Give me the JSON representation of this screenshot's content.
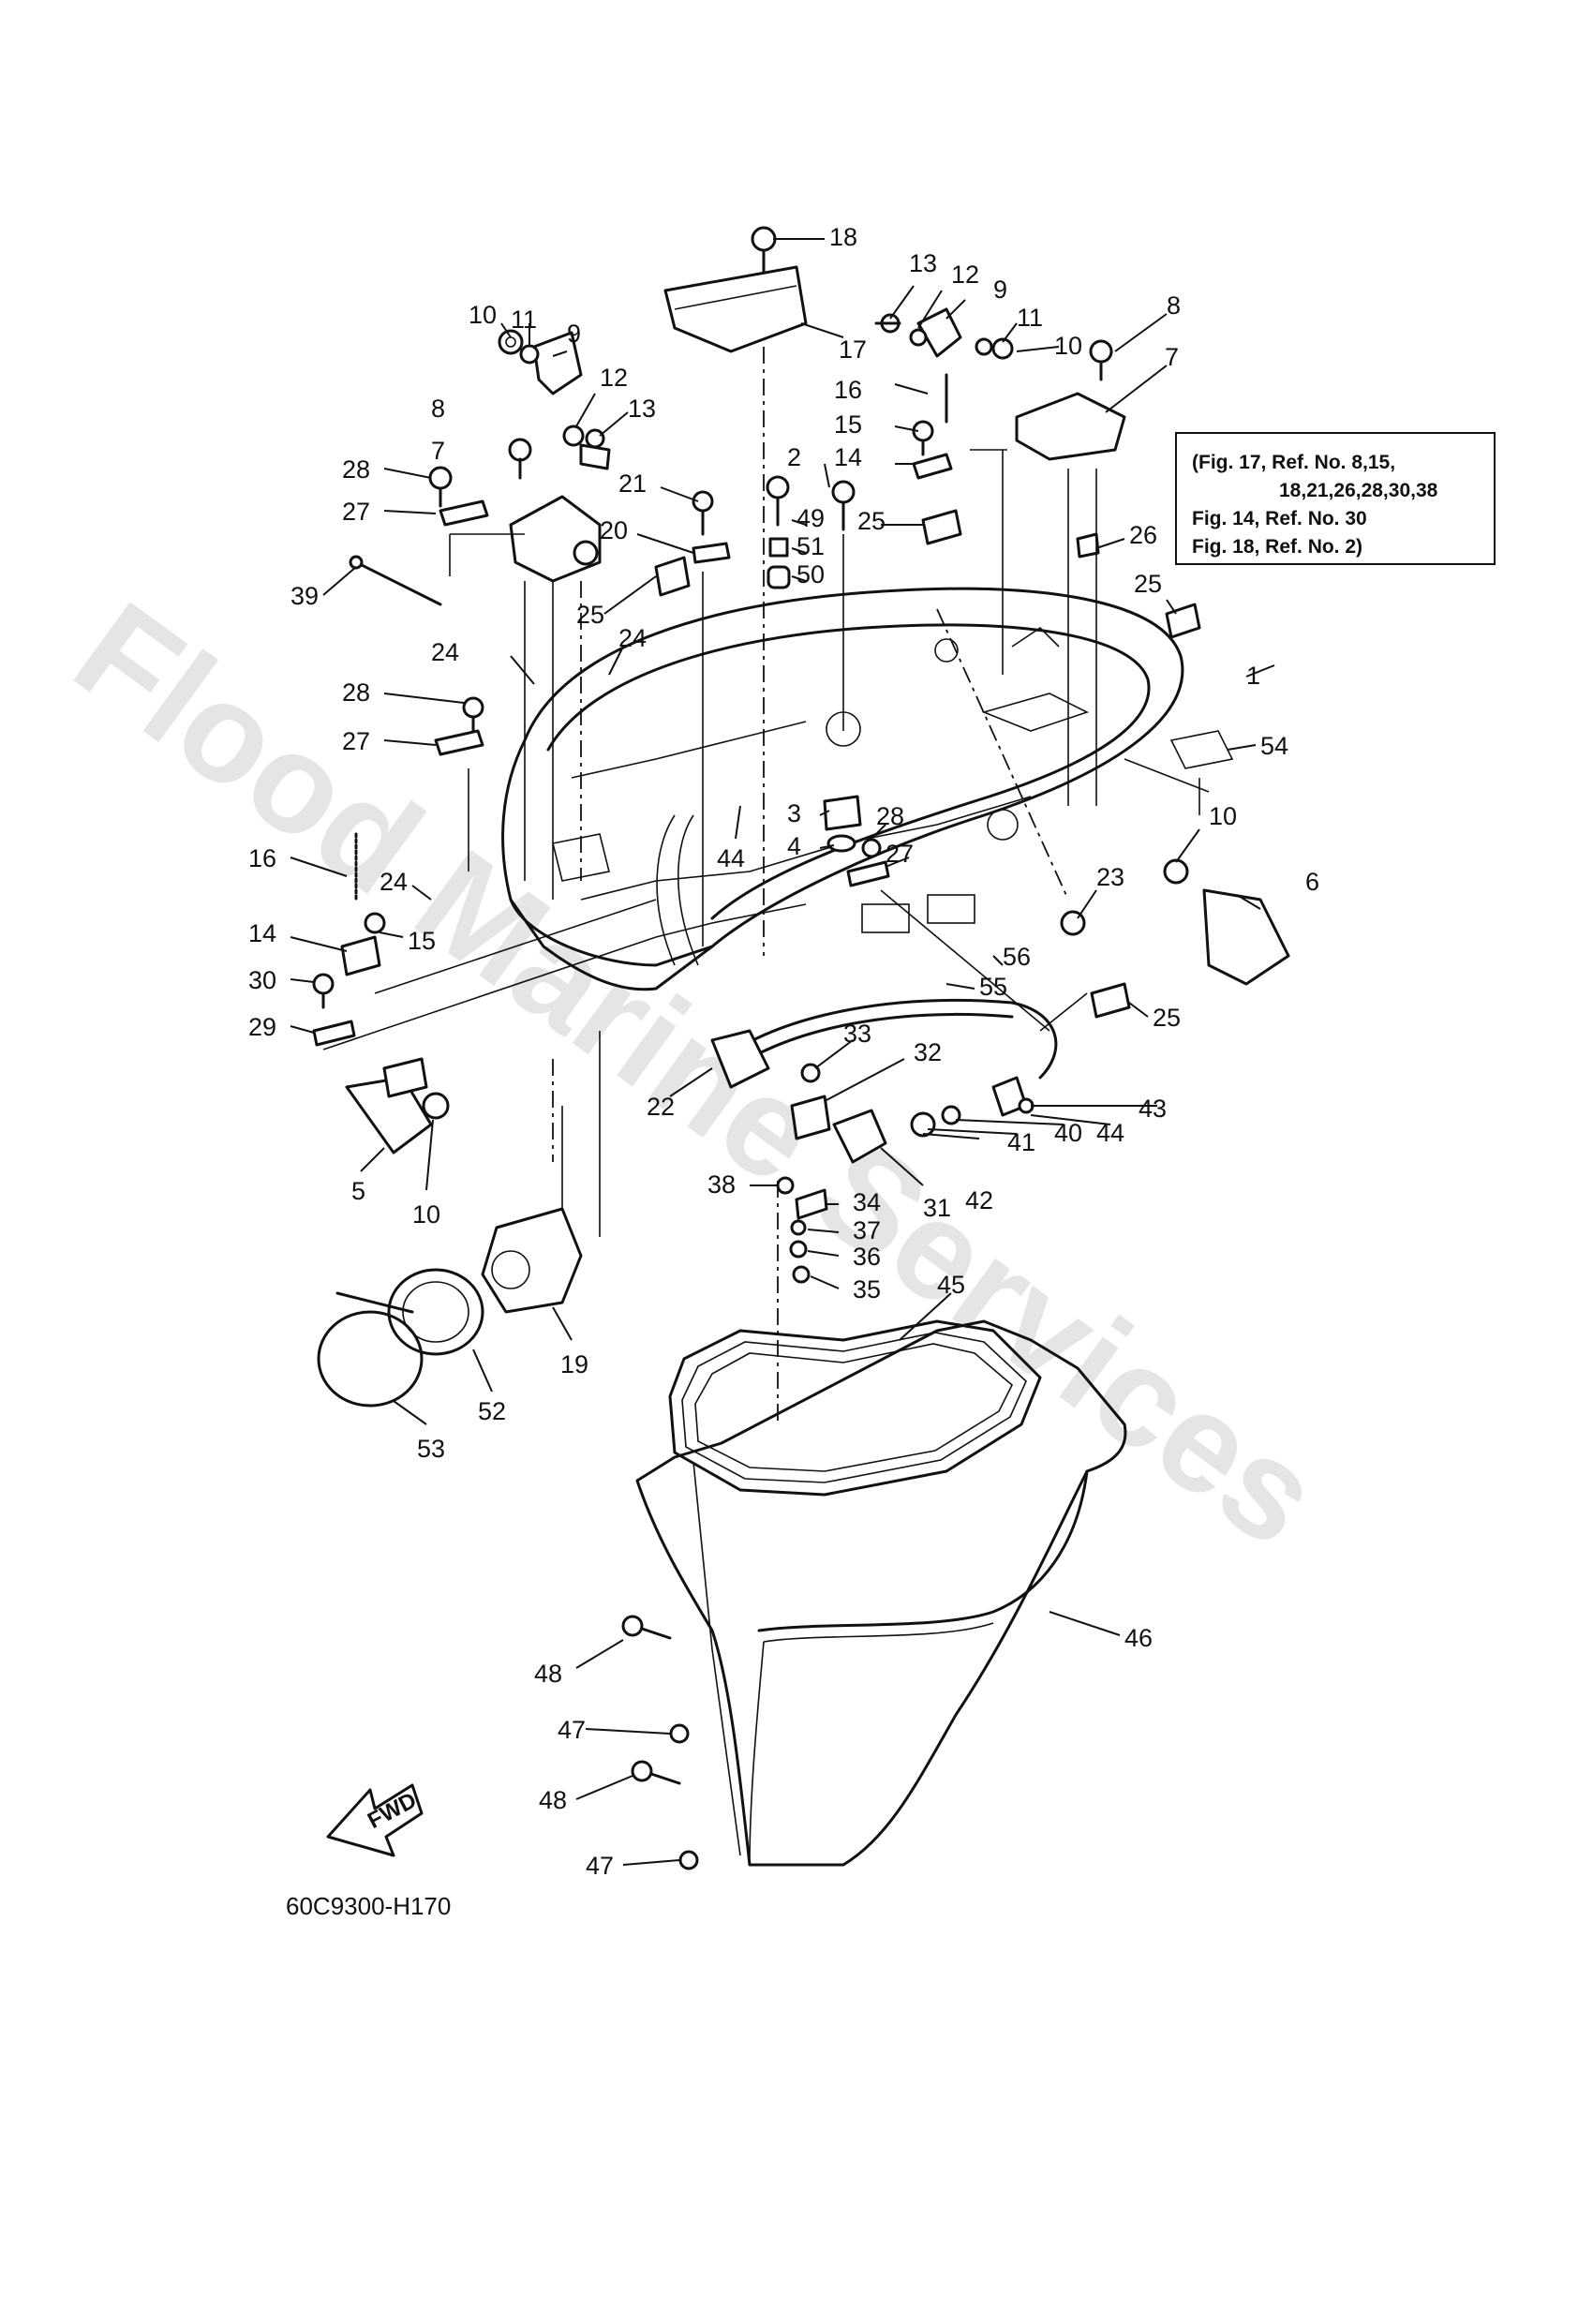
{
  "diagram": {
    "watermark": "Flood Marine Services",
    "drawing_code": "60C9300-H170",
    "fwd_label": "FWD",
    "note_lines": [
      "(Fig. 17, Ref. No. 8,15,",
      "18,21,26,28,30,38",
      "Fig. 14, Ref. No. 30",
      "Fig. 18, Ref. No. 2)"
    ],
    "callouts": [
      "18",
      "17",
      "13",
      "12",
      "9",
      "11",
      "10",
      "8",
      "7",
      "10",
      "11",
      "9",
      "12",
      "13",
      "16",
      "15",
      "14",
      "2",
      "49",
      "51",
      "50",
      "21",
      "20",
      "25",
      "25",
      "26",
      "25",
      "8",
      "28",
      "27",
      "7",
      "39",
      "24",
      "24",
      "28",
      "27",
      "1",
      "54",
      "3",
      "28",
      "4",
      "27",
      "10",
      "6",
      "16",
      "24",
      "14",
      "15",
      "30",
      "29",
      "23",
      "56",
      "55",
      "25",
      "33",
      "32",
      "22",
      "44",
      "43",
      "40",
      "41",
      "42",
      "31",
      "38",
      "34",
      "37",
      "36",
      "35",
      "5",
      "10",
      "19",
      "52",
      "53",
      "45",
      "46",
      "48",
      "47",
      "48",
      "47",
      "44"
    ]
  }
}
